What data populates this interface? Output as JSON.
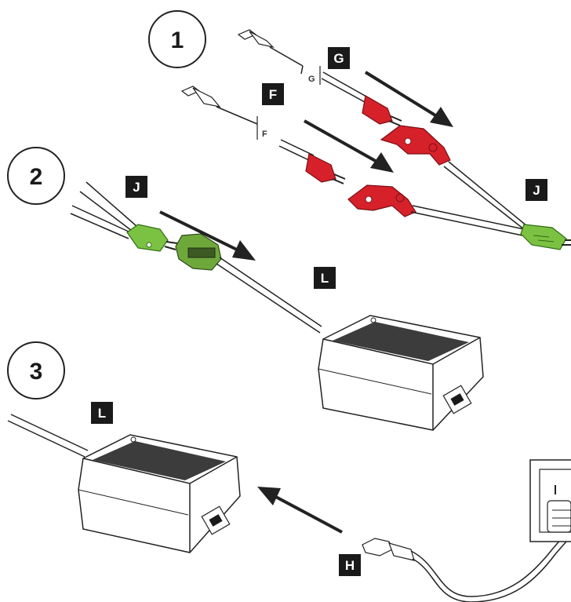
{
  "steps": [
    {
      "number": "1"
    },
    {
      "number": "2"
    },
    {
      "number": "3"
    }
  ],
  "labels": {
    "g": "G",
    "f": "F",
    "j_step2": "J",
    "j_step1": "J",
    "l_step2": "L",
    "l_step3": "L",
    "h": "H"
  },
  "cable_marks": {
    "g": "G",
    "f": "F"
  },
  "colors": {
    "tag_bg": "#1a1a1a",
    "red_connector": "#d6212b",
    "green_connector": "#7cc242",
    "line": "#222222"
  },
  "icons": [
    "arrow-icon",
    "power-adapter-icon",
    "wall-outlet-icon",
    "plug-icon"
  ]
}
